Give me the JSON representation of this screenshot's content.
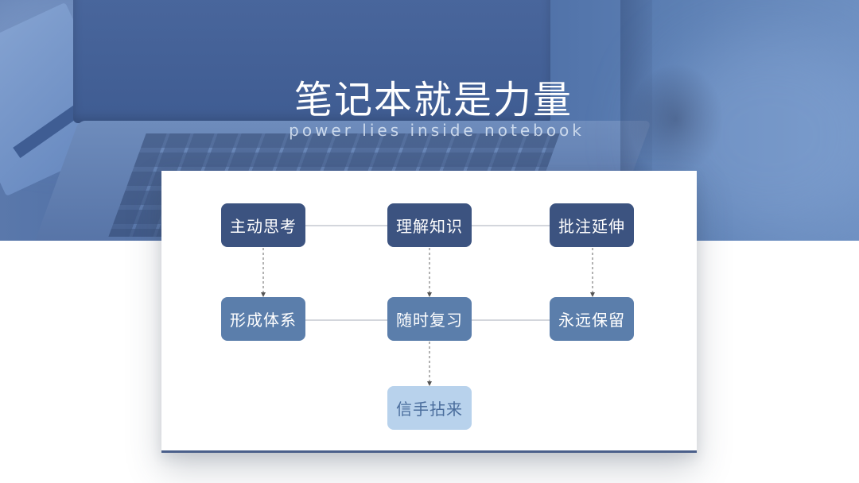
{
  "header": {
    "title": "笔记本就是力量",
    "subtitle": "power lies inside notebook"
  },
  "diagram": {
    "nodes": {
      "n1": "主动思考",
      "n2": "理解知识",
      "n3": "批注延伸",
      "n4": "形成体系",
      "n5": "随时复习",
      "n6": "永远保留",
      "n7": "信手拈来"
    },
    "edges": [
      {
        "from": "n1",
        "to": "n2",
        "style": "solid"
      },
      {
        "from": "n2",
        "to": "n3",
        "style": "solid"
      },
      {
        "from": "n4",
        "to": "n5",
        "style": "solid"
      },
      {
        "from": "n5",
        "to": "n6",
        "style": "solid"
      },
      {
        "from": "n1",
        "to": "n4",
        "style": "dashed-arrow"
      },
      {
        "from": "n2",
        "to": "n5",
        "style": "dashed-arrow"
      },
      {
        "from": "n3",
        "to": "n6",
        "style": "dashed-arrow"
      },
      {
        "from": "n5",
        "to": "n7",
        "style": "dashed-arrow"
      }
    ]
  },
  "colors": {
    "banner": "#4a6ba3",
    "node_dark": "#3c5380",
    "node_mid": "#5b7eab",
    "node_light": "#b8d2ec",
    "card_border": "#4a5f8a"
  }
}
